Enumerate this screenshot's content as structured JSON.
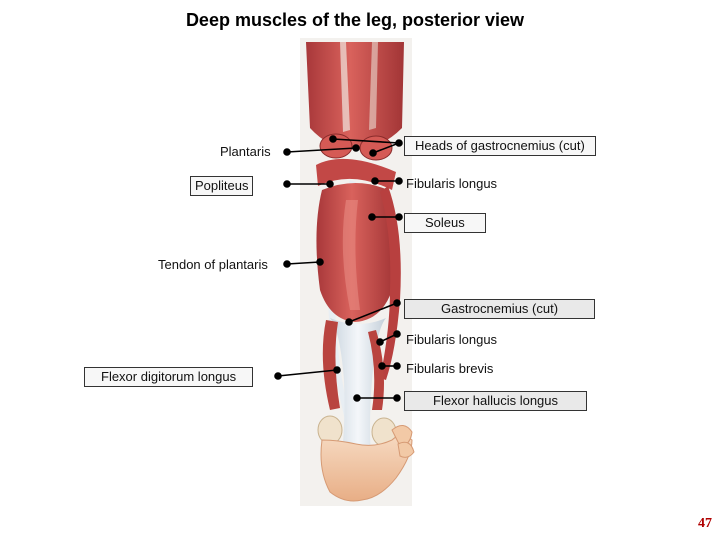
{
  "title": "Deep muscles of the leg, posterior view",
  "labels": {
    "plantaris": "Plantaris",
    "popliteus": "Popliteus",
    "tendon_of_plantaris": "Tendon of plantaris",
    "flexor_digitorum_longus": "Flexor digitorum longus",
    "heads_of_gastrocnemius": "Heads of gastrocnemius (cut)",
    "fibularis_longus_upper": "Fibularis longus",
    "soleus": "Soleus",
    "gastrocnemius_cut": "Gastrocnemius (cut)",
    "fibularis_longus_lower": "Fibularis longus",
    "fibularis_brevis": "Fibularis brevis",
    "flexor_hallucis_longus": "Flexor hallucis longus"
  },
  "page_number": "47",
  "colors": {
    "muscle": "#c8504e",
    "muscle_light": "#e07a72",
    "tendon": "#e4ebf0",
    "bone": "#f0e2cc",
    "skin": "#f2c6a2",
    "page_number": "#b00000",
    "leader_line": "#000000"
  }
}
